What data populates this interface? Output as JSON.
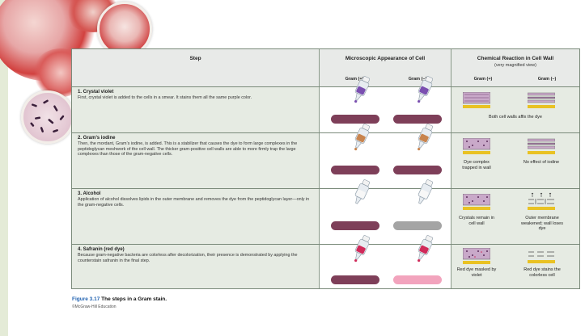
{
  "table": {
    "header": {
      "step": "Step",
      "micro_title": "Microscopic Appearance of Cell",
      "chem_title": "Chemical Reaction in Cell Wall",
      "chem_sub": "(very magnified view)",
      "gram_pos": "Gram (+)",
      "gram_neg": "Gram (–)"
    },
    "rows": [
      {
        "title": "1. Crystal violet",
        "desc": "First, crystal violet is added to the cells in a smear. It stains them all the same purple color.",
        "chem_caption_shared": "Both cell walls affix the dye",
        "pos_cell_color": "#7e3f59",
        "neg_cell_color": "#7e3f59"
      },
      {
        "title": "2. Gram’s iodine",
        "desc": "Then, the mordant, Gram’s iodine, is added. This is a stabilizer that causes the dye to form large complexes in the peptidoglycan meshwork of the cell wall. The thicker gram-positive cell walls are able to more firmly trap the large complexes than those of the gram-negative cells.",
        "chem_caption_pos": "Dye complex trapped in wall",
        "chem_caption_neg": "No effect of iodine",
        "pos_cell_color": "#7e3f59",
        "neg_cell_color": "#7e3f59"
      },
      {
        "title": "3. Alcohol",
        "desc": "Application of alcohol dissolves lipids in the outer membrane and removes the dye from the peptidoglycan layer—only in the gram-negative cells.",
        "chem_caption_pos": "Crystals remain in cell wall",
        "chem_caption_neg": "Outer membrane weakened; wall loses dye",
        "pos_cell_color": "#7e3f59",
        "neg_cell_color": "#a4a4a4"
      },
      {
        "title": "4. Safranin (red dye)",
        "desc": "Because gram-negative bacteria are colorless after decolorization, their presence is demonstrated by applying the counterstain safranin in the final step.",
        "chem_caption_pos": "Red dye masked by violet",
        "chem_caption_neg": "Red dye stains the colorless cell",
        "pos_cell_color": "#7e3f59",
        "neg_cell_color": "#f2a4bd"
      }
    ]
  },
  "caption": {
    "label": "Figure 3.17",
    "title": "The steps in a Gram stain.",
    "credit": "©McGraw-Hill Education"
  },
  "colors": {
    "crystal_violet": "#7e3f59",
    "iodine": "#c8844e",
    "alcohol": "#f2f2f2",
    "safranin": "#d02a5a",
    "wall_yellow": "#e9c224",
    "page_bg": "#e4ebd7"
  }
}
